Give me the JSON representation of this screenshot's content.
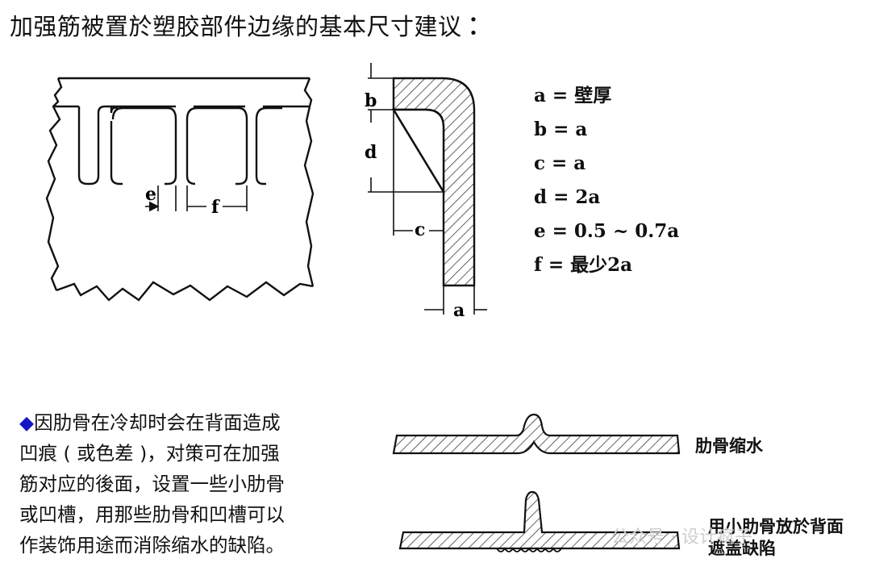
{
  "title": "加强筋被置於塑胶部件边缘的基本尺寸建议",
  "title_colon": "：",
  "left_diagram": {
    "label_e": "e",
    "label_f": "f"
  },
  "middle_diagram": {
    "label_b": "b",
    "label_d": "d",
    "label_c": "c",
    "label_a": "a"
  },
  "legend": [
    "a = 壁厚",
    "b = a",
    "c = a",
    "d = 2a",
    "e = 0.5 ~ 0.7a",
    "f = 最少2a"
  ],
  "note": {
    "bullet": "◆",
    "lines": [
      "因肋骨在冷却时会在背面造成",
      "凹痕 ( 或色差 )，对策可在加强",
      "筋对应的後面，设置一些小肋骨",
      "或凹槽，用那些肋骨和凹槽可以",
      "作装饰用途而消除缩水的缺陷。"
    ]
  },
  "rib_labels": {
    "sink": "肋骨缩水",
    "cover_line1": "用小肋骨放於背面",
    "cover_line2": "遮盖缺陷"
  },
  "watermark": "公众号 · 设计疯子"
}
